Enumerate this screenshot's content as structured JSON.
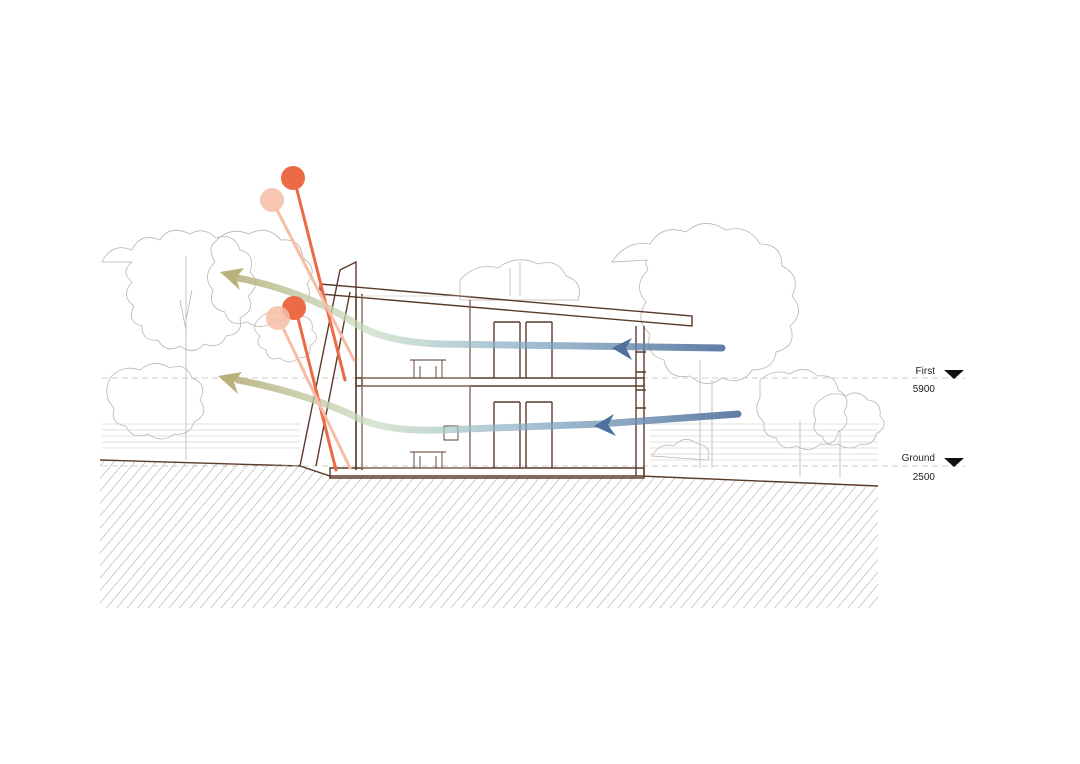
{
  "levels": [
    {
      "name": "First",
      "height": "5900"
    },
    {
      "name": "Ground",
      "height": "2500"
    }
  ],
  "colors": {
    "line": "#5a3a2c",
    "tree": "#b9b1aa",
    "sun_strong": "#ec6a45",
    "sun_soft": "#f6bda6",
    "cool_air": "#4f6f9c",
    "warm_air": "#b9b07a",
    "label": "#222222"
  },
  "icons": {
    "sun": "sun-icon",
    "level_marker": "triangle-down-icon"
  }
}
